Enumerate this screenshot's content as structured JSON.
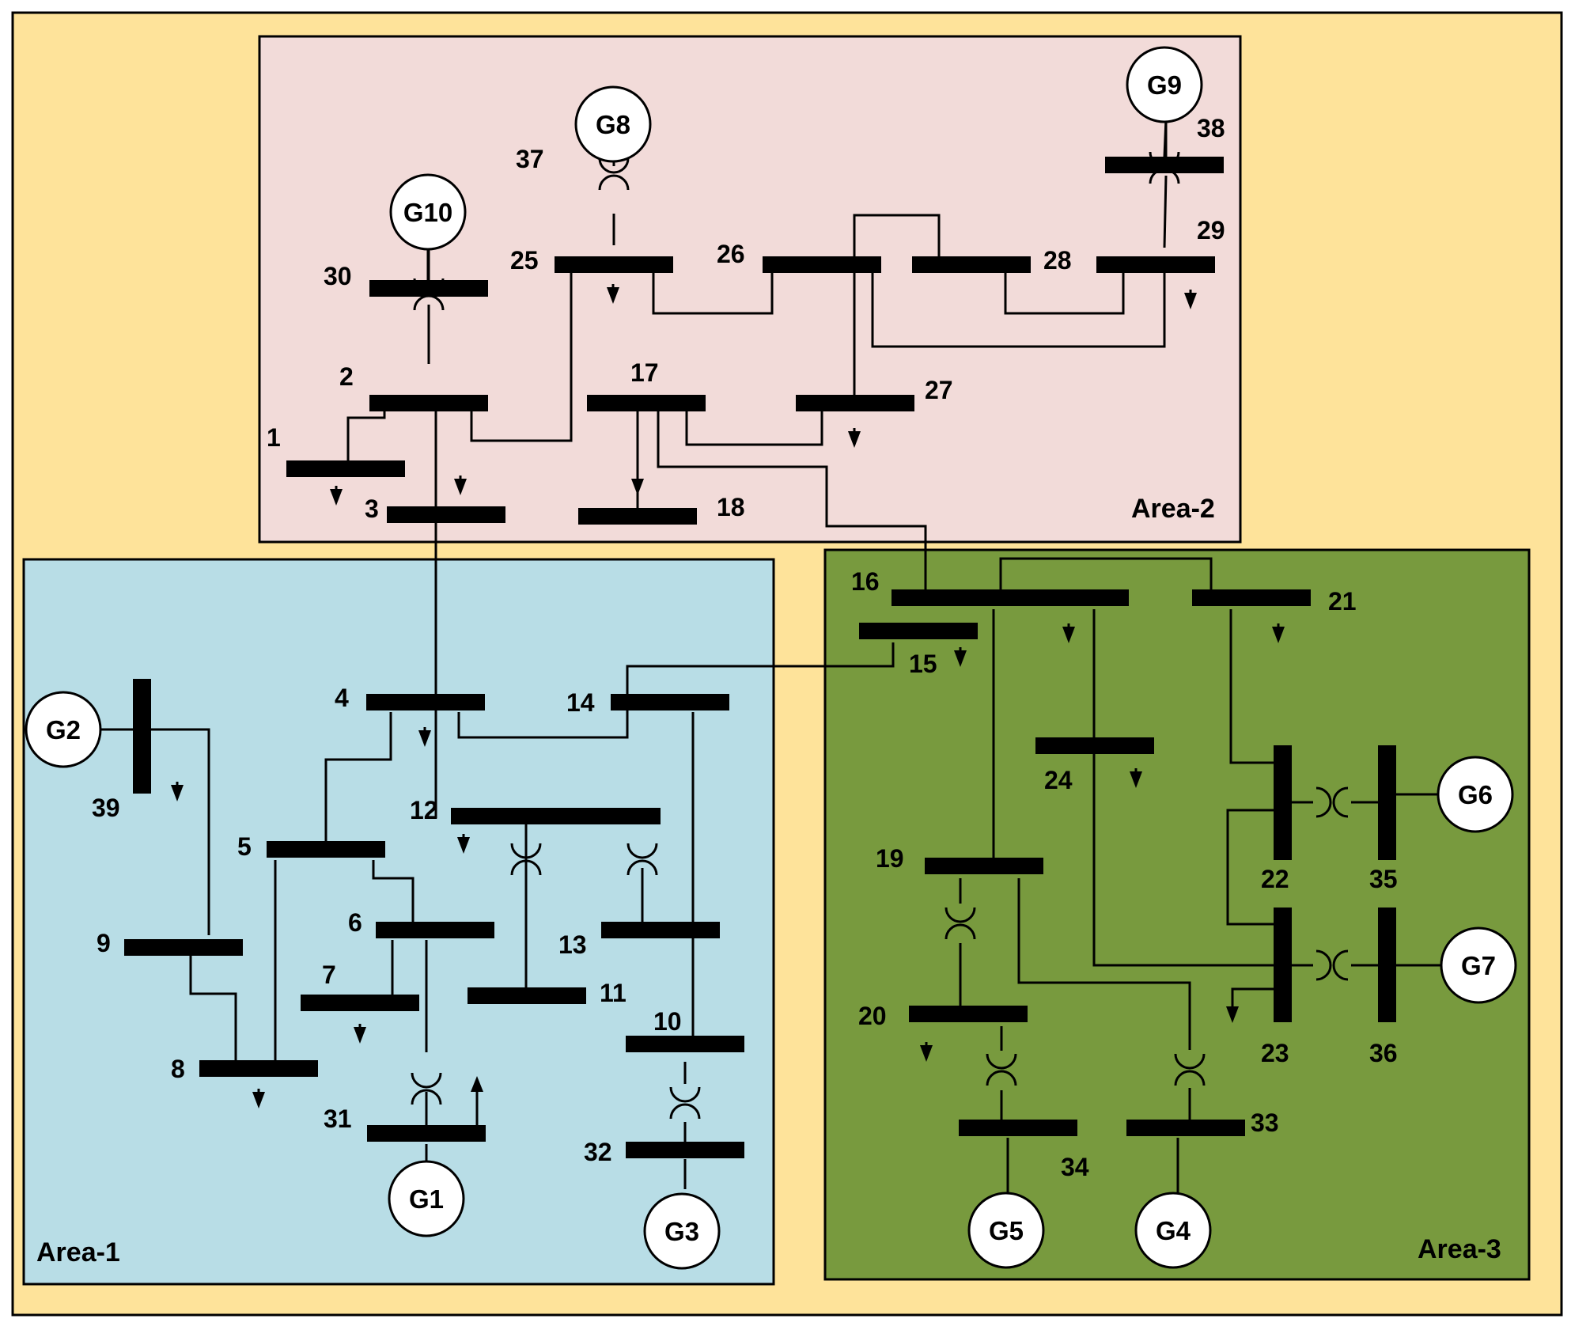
{
  "colors": {
    "background": "#fee39a",
    "area1": "#b8dde6",
    "area2": "#f2dbd9",
    "area3": "#789a3e"
  },
  "areas": [
    {
      "id": "area1",
      "label": "Area-1"
    },
    {
      "id": "area2",
      "label": "Area-2"
    },
    {
      "id": "area3",
      "label": "Area-3"
    }
  ],
  "generators": {
    "g1": "G1",
    "g2": "G2",
    "g3": "G3",
    "g4": "G4",
    "g5": "G5",
    "g6": "G6",
    "g7": "G7",
    "g8": "G8",
    "g9": "G9",
    "g10": "G10"
  },
  "buses": {
    "b1": "1",
    "b2": "2",
    "b3": "3",
    "b4": "4",
    "b5": "5",
    "b6": "6",
    "b7": "7",
    "b8": "8",
    "b9": "9",
    "b10": "10",
    "b11": "11",
    "b12": "12",
    "b13": "13",
    "b14": "14",
    "b15": "15",
    "b16": "16",
    "b17": "17",
    "b18": "18",
    "b19": "19",
    "b20": "20",
    "b21": "21",
    "b22": "22",
    "b23": "23",
    "b24": "24",
    "b25": "25",
    "b26": "26",
    "b27": "27",
    "b28": "28",
    "b29": "29",
    "b30": "30",
    "b31": "31",
    "b32": "32",
    "b33": "33",
    "b34": "34",
    "b35": "35",
    "b36": "36",
    "b37": "37",
    "b38": "38",
    "b39": "39"
  }
}
